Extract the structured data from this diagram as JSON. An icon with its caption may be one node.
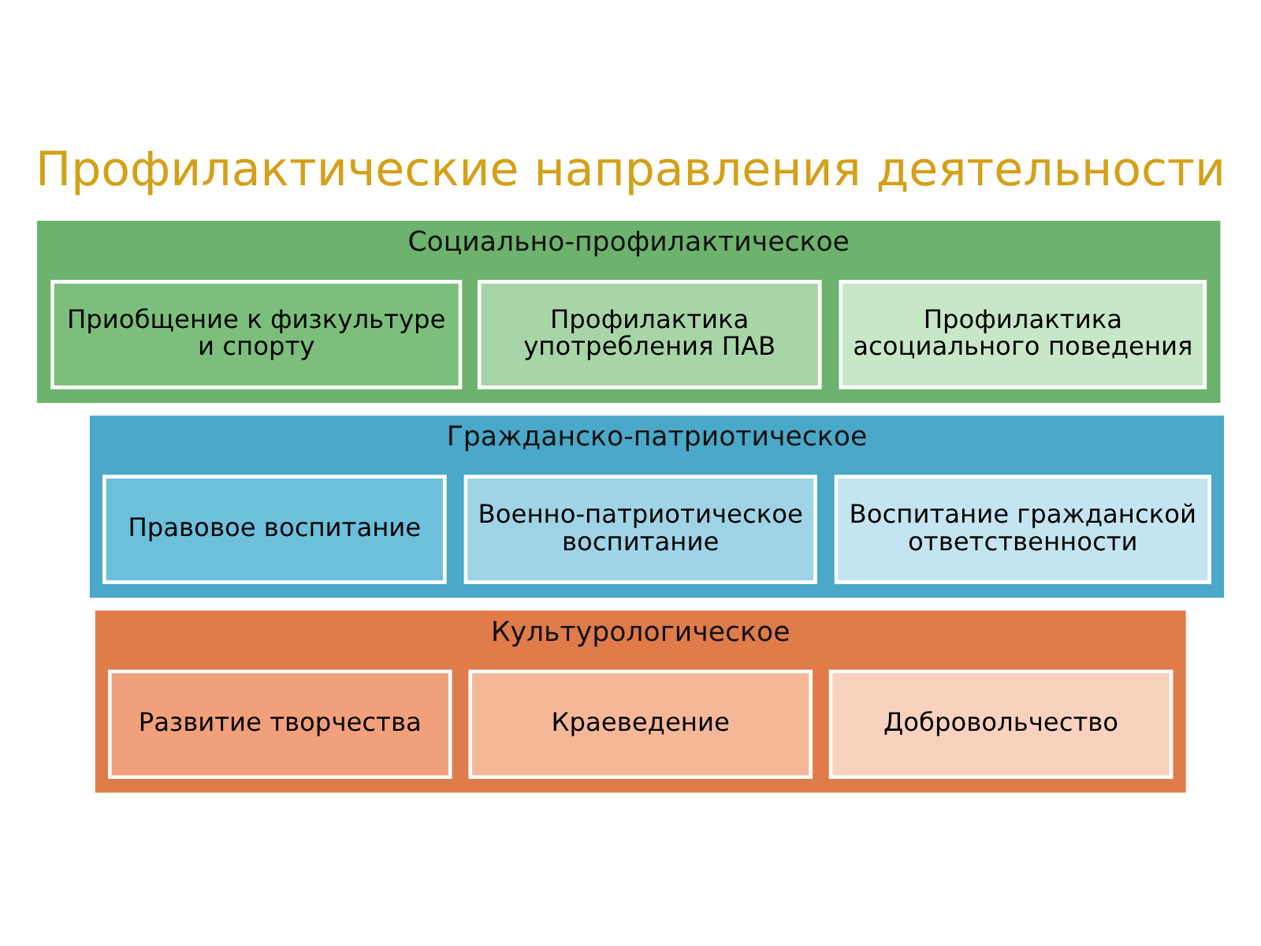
{
  "diagram": {
    "title": "Профилактические направления деятельности",
    "nodes": [
      {
        "text": [
          "Социально-профилактическое"
        ]
      },
      {
        "text": [
          "Приобщение к физкультуре и спорту"
        ],
        "in": 0
      },
      {
        "text": [
          "Профилактика употребления ПАВ"
        ],
        "in": 0
      },
      {
        "text": [
          "Профилактика асоциального поведения"
        ],
        "in": 0
      },
      {
        "text": [
          "Гражданско-патриотическое"
        ]
      },
      {
        "text": [
          "Правовое воспитание"
        ],
        "in": 4
      },
      {
        "text": [
          "Военно-патриотическое воспитание"
        ],
        "in": 4
      },
      {
        "text": [
          "Воспитание гражданской ответственности"
        ],
        "in": 4
      },
      {
        "text": [
          "Культурологическое"
        ]
      },
      {
        "text": [
          "Развитие творчества"
        ],
        "in": 8
      },
      {
        "text": [
          "Краеведение"
        ],
        "in": 8
      },
      {
        "text": [
          "Добровольчество"
        ],
        "in": 8
      }
    ],
    "edges": []
  }
}
